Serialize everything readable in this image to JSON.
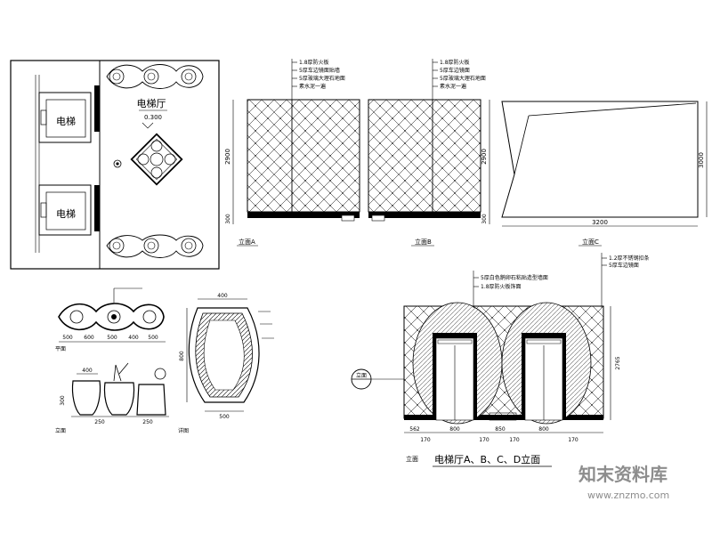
{
  "plan": {
    "hall_label": "电梯厅",
    "elevator_label": "电梯",
    "level_mark": "0.300"
  },
  "elevation_a": {
    "notes": [
      "1.8厚防火板",
      "5厚车边镜面贴墙",
      "5厚玻璃大理石地面",
      "素水泥一遍"
    ],
    "dim_height": "2900",
    "dim_base": "300",
    "caption": "立面A"
  },
  "elevation_b": {
    "notes": [
      "1.8厚防火板",
      "5厚车边镜面",
      "5厚玻璃大理石地面",
      "素水泥一遍"
    ],
    "dim_height": "2900",
    "dim_base": "300",
    "caption": "立面B"
  },
  "elevation_c": {
    "dim_height": "3000",
    "dim_width": "3200",
    "caption": "立面C"
  },
  "planter_plan": {
    "dims": [
      "500",
      "600",
      "500",
      "400",
      "500"
    ],
    "caption": "平面"
  },
  "planter_elev": {
    "dims": [
      "400",
      "300",
      "250",
      "250"
    ],
    "caption": "立面"
  },
  "vase_detail": {
    "dim_top": "400",
    "dim_height": "800",
    "dim_bottom": "500",
    "caption": "详图"
  },
  "elevation_d": {
    "notes_left": [
      "5厚白色鹅卵石粘贴造型墙面",
      "1.8厚防火板饰面"
    ],
    "notes_right": [
      "1.2厚不锈钢扣条",
      "5厚车边镜面"
    ],
    "section_mark": "立面",
    "dim_height": "2765",
    "bottom_dims": [
      "562",
      "170",
      "800",
      "170",
      "850",
      "170",
      "800",
      "170"
    ],
    "caption": "电梯厅A、B、C、D立面",
    "tag": "立面"
  },
  "watermark": {
    "title": "知末资料库",
    "url": "www.znzmo.com"
  }
}
